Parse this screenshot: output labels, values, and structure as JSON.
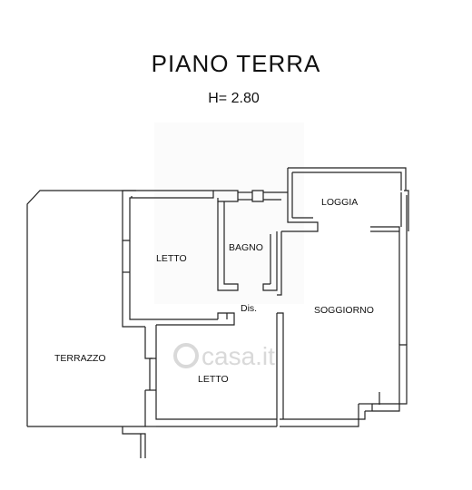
{
  "header": {
    "title": "PIANO TERRA",
    "height": "H= 2.80"
  },
  "rooms": {
    "loggia": "LOGGIA",
    "bagno": "BAGNO",
    "letto_1": "LETTO",
    "dis": "Dis.",
    "soggiorno": "SOGGIORNO",
    "terrazzo": "TERRAZZO",
    "letto_2": "LETTO"
  },
  "watermark": {
    "text": "casa.it"
  },
  "colors": {
    "wall": "#222222",
    "watermark": "#d9d9d9",
    "background": "#ffffff"
  }
}
